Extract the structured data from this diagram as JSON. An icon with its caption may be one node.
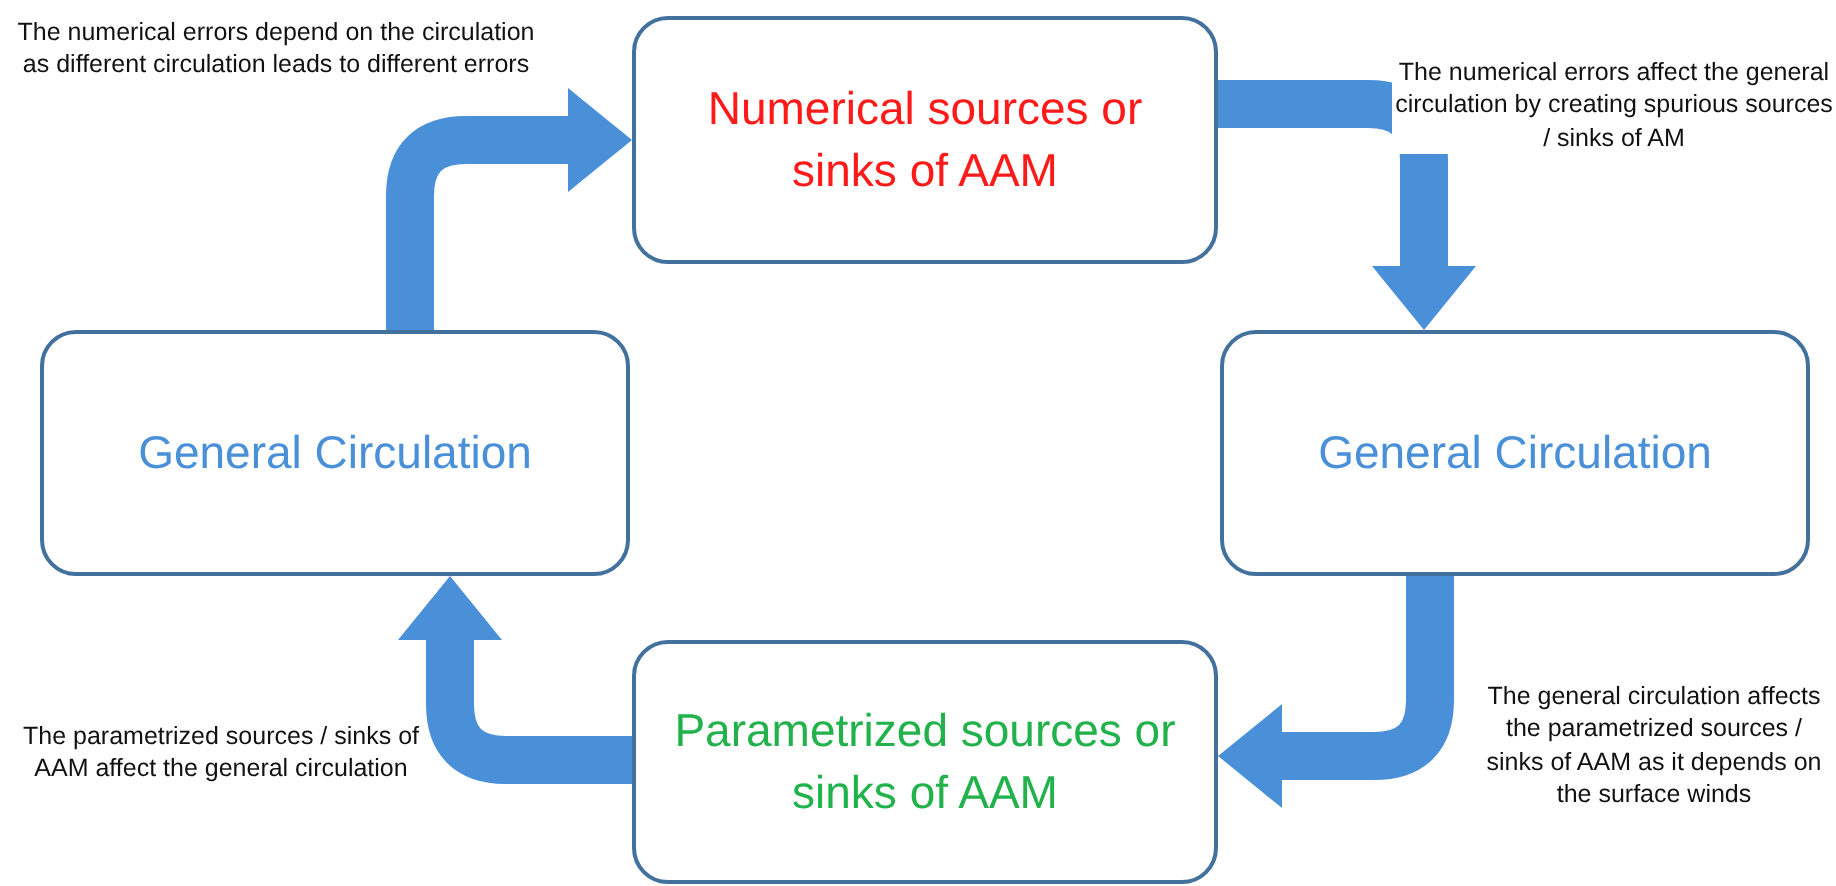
{
  "diagram": {
    "nodes": [
      {
        "text": [
          "Numerical sources or sinks of AAM"
        ]
      },
      {
        "text": [
          "General Circulation"
        ]
      },
      {
        "text": [
          "General Circulation"
        ]
      },
      {
        "text": [
          "Parametrized sources or sinks of AAM"
        ]
      }
    ],
    "edges": [
      {
        "from": 1,
        "to": 0,
        "arrow": "to",
        "label": "The numerical errors depend on the circulation as different circulation leads to different errors"
      },
      {
        "from": 0,
        "to": 2,
        "arrow": "to",
        "label": "The numerical errors affect the general circulation by creating spurious sources / sinks of AM"
      },
      {
        "from": 2,
        "to": 3,
        "arrow": "to",
        "label": "The general circulation affects the parametrized sources / sinks of AAM as it depends on the surface winds"
      },
      {
        "from": 3,
        "to": 1,
        "arrow": "to",
        "label": "The parametrized sources / sinks of AAM affect the general circulation"
      }
    ]
  }
}
